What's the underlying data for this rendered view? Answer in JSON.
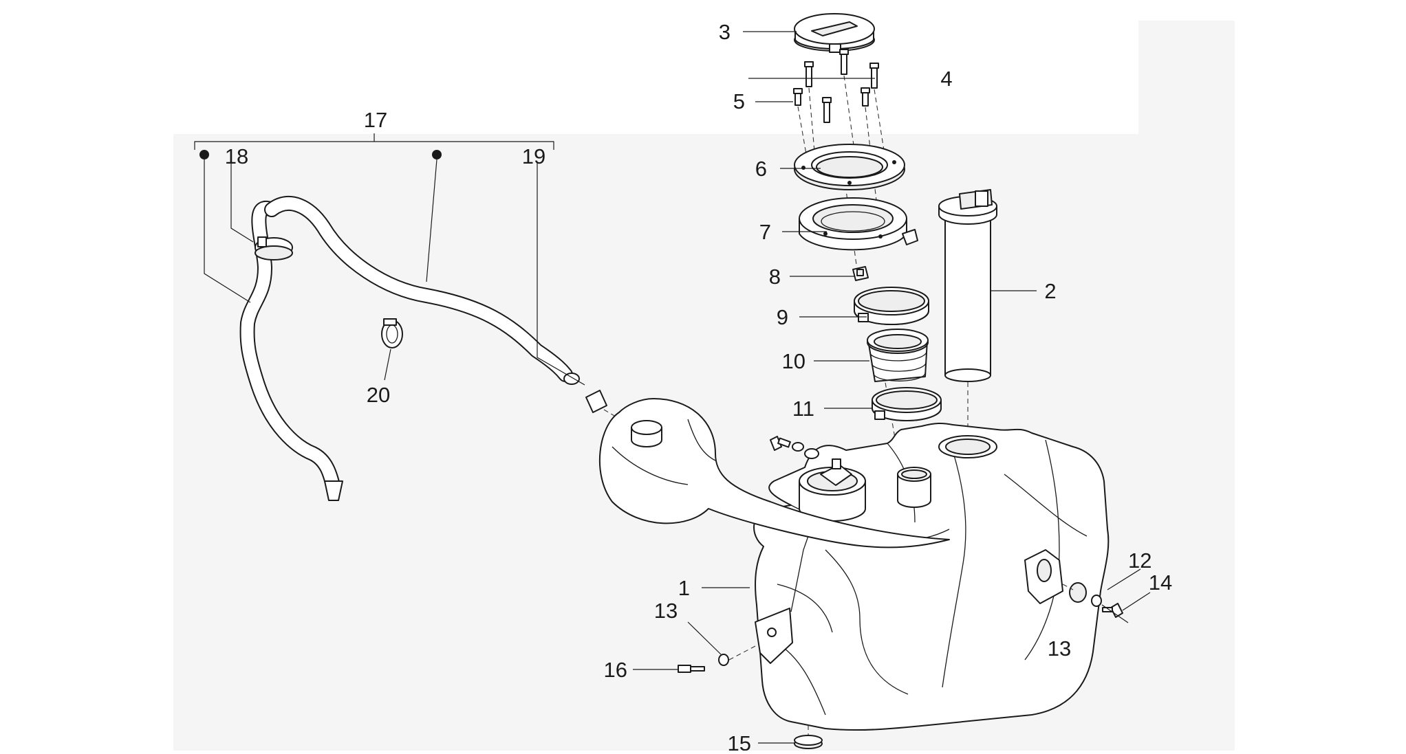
{
  "diagram": {
    "callouts": {
      "c1": "1",
      "c2": "2",
      "c3": "3",
      "c4": "4",
      "c5": "5",
      "c6": "6",
      "c7": "7",
      "c8": "8",
      "c9": "9",
      "c10": "10",
      "c11": "11",
      "c12": "12",
      "c13a": "13",
      "c13b": "13",
      "c14": "14",
      "c15": "15",
      "c16": "16",
      "c17": "17",
      "c18": "18",
      "c19": "19",
      "c20": "20"
    },
    "colors": {
      "background": "#ffffff",
      "panel": "#f5f5f5",
      "line": "#1a1a1a"
    }
  }
}
